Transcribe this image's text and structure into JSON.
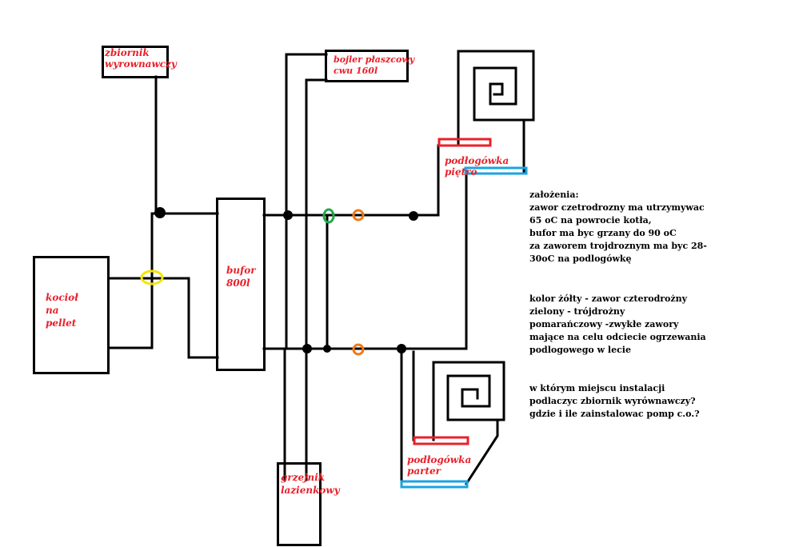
{
  "labels": {
    "expansion_tank": "zbiornik\nwyrownawczy",
    "boiler_cwu": "bojler płaszcowy\ncwu 160l",
    "pellet_boiler": "kocioł\nna\npellet",
    "buffer": "bufor\n800l",
    "bathroom_radiator": "grzejnik\nlazienkowy",
    "floor_upstairs": "podłogówka\npiętro",
    "floor_ground": "podłogówka\nparter"
  },
  "notes": {
    "assumptions": "założenia:\nzawor czetrodrozny ma utrzymywac\n65 oC na powrocie kotła,\nbufor ma byc grzany do 90 oC\nza zaworem trojdroznym ma byc 28-\n30oC  na podlogówkę",
    "legend": "kolor żółty - zawor czterodrożny\nzielony - trójdrożny\npomarańczowy -zwykłe zawory\nmające na celu odciecie ogrzewania\npodlogowego w lecie",
    "question": "w którym miejscu instalacji\npodlaczyc zbiornik wyrównawczy?\ngdzie i ile zainstalowac pomp c.o.?"
  },
  "colors": {
    "line": "#000000",
    "label_text": "#e8202a",
    "supply_red": "#e8202a",
    "return_blue": "#1aa3e0",
    "four_way_yellow": "#f2e600",
    "three_way_green": "#1fa84a",
    "shutoff_orange": "#f07a1a"
  }
}
